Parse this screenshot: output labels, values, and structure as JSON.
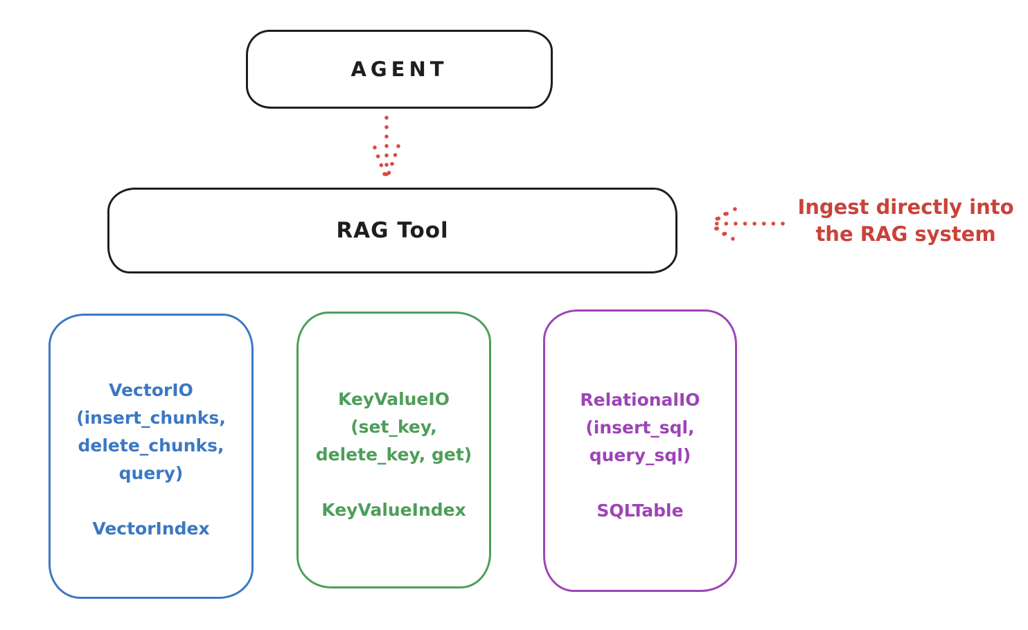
{
  "theme": {
    "background": "#ffffff",
    "ink": "#1e1e1e",
    "blue": "#3b78c2",
    "green": "#4d9e5a",
    "purple": "#9d44b5",
    "redText": "#c9423a",
    "redArrow": "#d84b3e"
  },
  "nodes": {
    "agent": {
      "label": "AGENT"
    },
    "rag_tool": {
      "label": "RAG Tool"
    },
    "vector_io": {
      "lines": [
        "VectorIO",
        "(insert_chunks,",
        "delete_chunks,",
        "query)"
      ],
      "index_label": "VectorIndex"
    },
    "key_value_io": {
      "lines": [
        "KeyValueIO",
        "(set_key,",
        "delete_key, get)"
      ],
      "index_label": "KeyValueIndex"
    },
    "relational_io": {
      "lines": [
        "RelationalIO",
        "(insert_sql,",
        "query_sql)"
      ],
      "index_label": "SQLTable"
    }
  },
  "annotation": {
    "lines": [
      "Ingest directly into",
      "the RAG system"
    ]
  },
  "arrows": [
    {
      "name": "agent-to-rag-tool",
      "from": "AGENT",
      "to": "RAG Tool",
      "style": "dotted"
    },
    {
      "name": "ingest-into-rag-tool",
      "from": "Ingest directly into the RAG system",
      "to": "RAG Tool",
      "style": "dotted"
    }
  ]
}
